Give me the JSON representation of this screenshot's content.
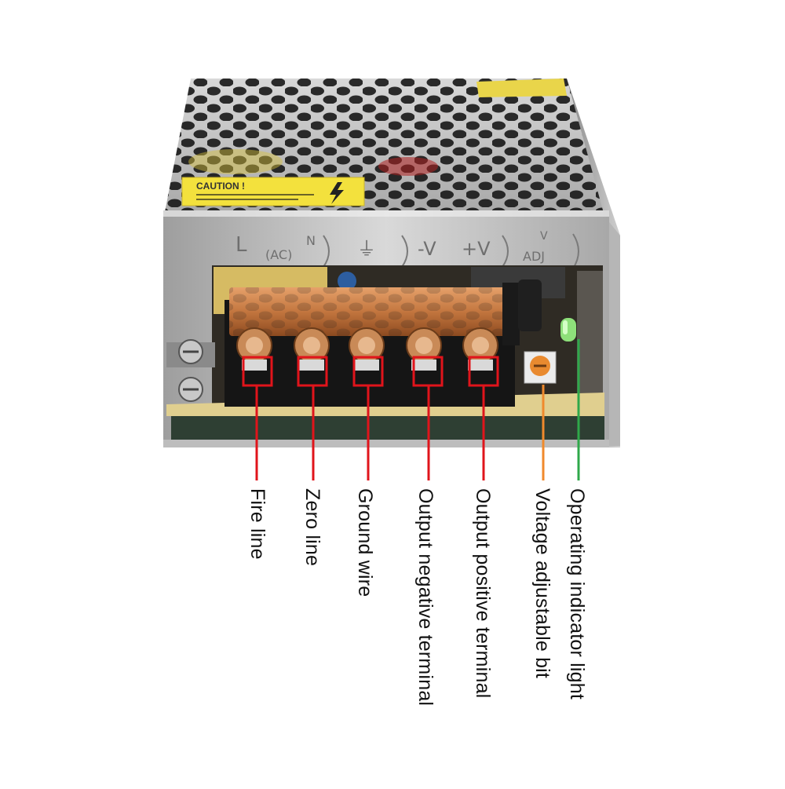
{
  "product": {
    "caution_label": "CAUTION !",
    "terminal_markings": {
      "live": "L",
      "ac": "(AC)",
      "neutral": "N",
      "ground": "⏚",
      "negative": "-V",
      "positive": "+V",
      "adj": "ADJ",
      "adj_v": "V"
    }
  },
  "callouts": [
    {
      "label": "Fire line",
      "color": "#e0141b"
    },
    {
      "label": "Zero line",
      "color": "#e0141b"
    },
    {
      "label": "Ground wire",
      "color": "#e0141b"
    },
    {
      "label": "Output negative terminal",
      "color": "#e0141b"
    },
    {
      "label": "Output positive terminal",
      "color": "#e0141b"
    },
    {
      "label": "Voltage adjustable bit",
      "color": "#f08a2c"
    },
    {
      "label": "Operating indicator light",
      "color": "#2fa84a"
    }
  ]
}
